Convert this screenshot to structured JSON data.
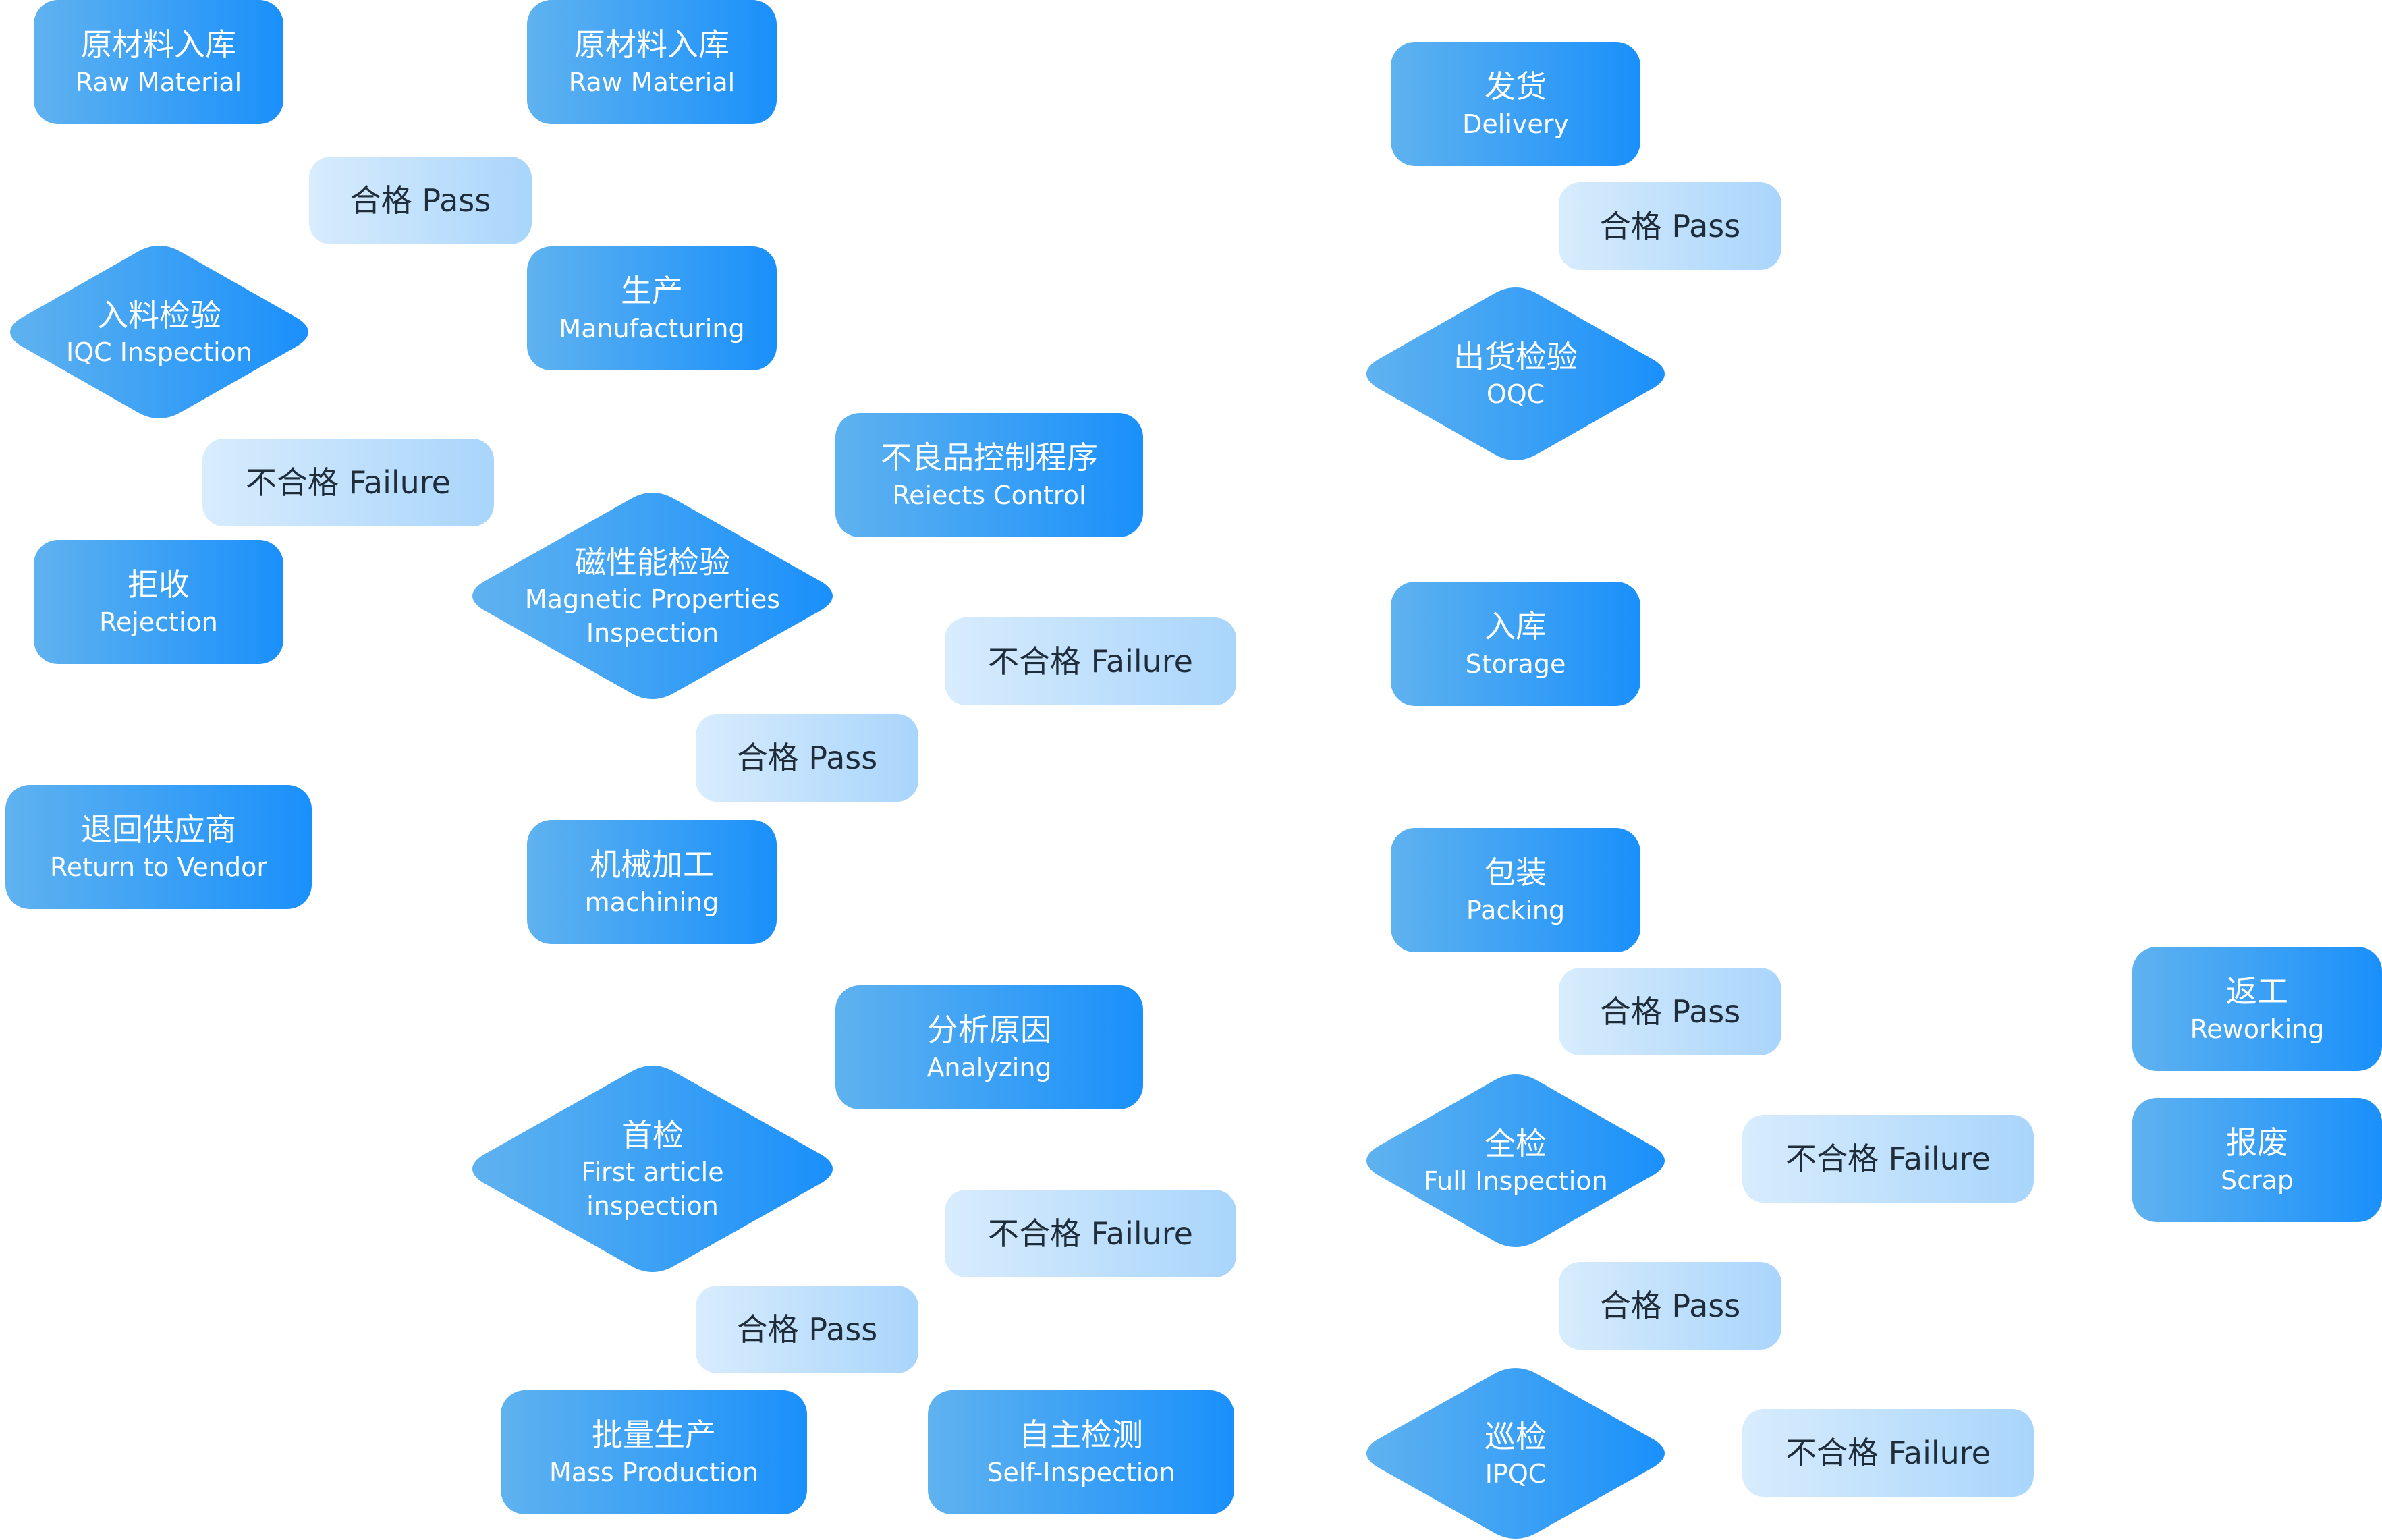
{
  "colors": {
    "box_from": "#5fb2ef",
    "box_to": "#1a90fb",
    "pill_from": "#d8ecfd",
    "pill_to": "#a9d5fb",
    "pill_text": "#1f2d3a"
  },
  "boxes": {
    "raw_material_1": {
      "zh": "原材料入库",
      "en": "Raw Material"
    },
    "raw_material_2": {
      "zh": "原材料入库",
      "en": "Raw Material"
    },
    "manufacturing": {
      "zh": "生产",
      "en": "Manufacturing"
    },
    "rejection": {
      "zh": "拒收",
      "en": "Rejection"
    },
    "return_to_vendor": {
      "zh": "退回供应商",
      "en": "Return to Vendor"
    },
    "rejects_control": {
      "zh": "不良品控制程序",
      "en": "Reiects Control"
    },
    "machining": {
      "zh": "机械加工",
      "en": "machining"
    },
    "analyzing": {
      "zh": "分析原因",
      "en": "Analyzing"
    },
    "mass_production": {
      "zh": "批量生产",
      "en": "Mass Production"
    },
    "self_inspection": {
      "zh": "自主检测",
      "en": "Self-Inspection"
    },
    "delivery": {
      "zh": "发货",
      "en": "Delivery"
    },
    "storage": {
      "zh": "入库",
      "en": "Storage"
    },
    "packing": {
      "zh": "包装",
      "en": "Packing"
    },
    "reworking": {
      "zh": "返工",
      "en": "Reworking"
    },
    "scrap": {
      "zh": "报废",
      "en": "Scrap"
    }
  },
  "decisions": {
    "iqc": {
      "zh": "入料检验",
      "en": "IQC Inspection"
    },
    "magnetic": {
      "zh": "磁性能检验",
      "en": "Magnetic Properties\nInspection"
    },
    "first_article": {
      "zh": "首检",
      "en": "First article\ninspection"
    },
    "oqc": {
      "zh": "出货检验",
      "en": "OQC"
    },
    "full_inspection": {
      "zh": "全检",
      "en": "Full Inspection"
    },
    "ipqc": {
      "zh": "巡检",
      "en": "IPQC"
    }
  },
  "labels": {
    "pass": "合格 Pass",
    "fail": "不合格 Failure"
  }
}
